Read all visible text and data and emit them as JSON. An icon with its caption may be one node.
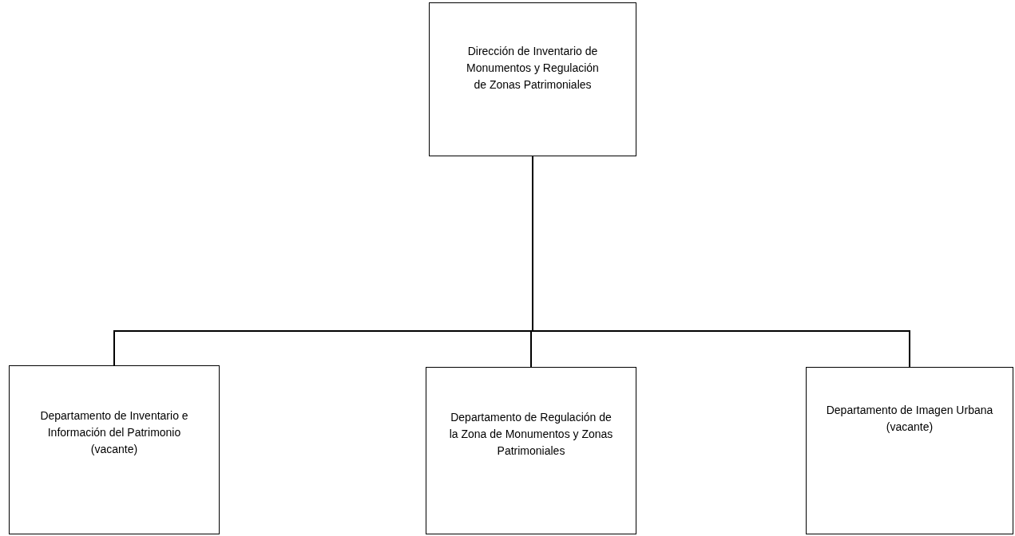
{
  "diagram": {
    "nodes": [
      {
        "text": [
          "Dirección de Inventario de Monumentos y Regulación de Zonas Patrimoniales"
        ]
      },
      {
        "text": [
          "Departamento de Inventario e Información del Patrimonio (vacante)"
        ]
      },
      {
        "text": [
          "Departamento de Regulación de la Zona de Monumentos y Zonas Patrimoniales"
        ]
      },
      {
        "text": [
          "Departamento de Imagen Urbana (vacante)"
        ]
      }
    ],
    "edges": [
      {
        "from": 0,
        "to": 1,
        "arrow": "none"
      },
      {
        "from": 0,
        "to": 2,
        "arrow": "none"
      },
      {
        "from": 0,
        "to": 3,
        "arrow": "none"
      }
    ]
  }
}
